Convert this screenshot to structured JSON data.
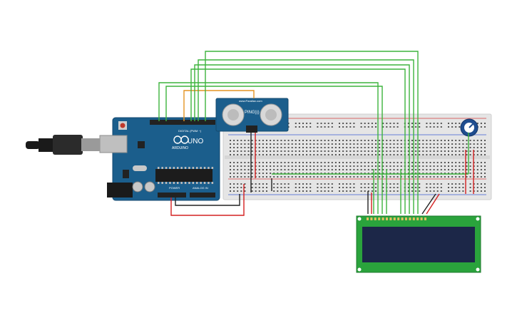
{
  "board": {
    "brand": "ARDUINO",
    "model": "UNO",
    "header_digital": "DIGITAL (PWM ~)",
    "header_power": "POWER",
    "header_analog": "ANALOG IN"
  },
  "sensor": {
    "brand": "www.Parallax.com",
    "model": "PING)))"
  },
  "colors": {
    "board_blue": "#1b5e8c",
    "wire_green": "#3db43d",
    "wire_orange": "#e39424",
    "wire_red": "#d42020",
    "wire_black": "#222222",
    "lcd_green": "#2aa33c",
    "lcd_screen": "#1c2748",
    "breadboard": "#e6e6e6",
    "pot_blue": "#1f4d8f"
  },
  "icons": {
    "usb": "usb-cable-icon",
    "potentiometer": "potentiometer-knob-icon"
  }
}
